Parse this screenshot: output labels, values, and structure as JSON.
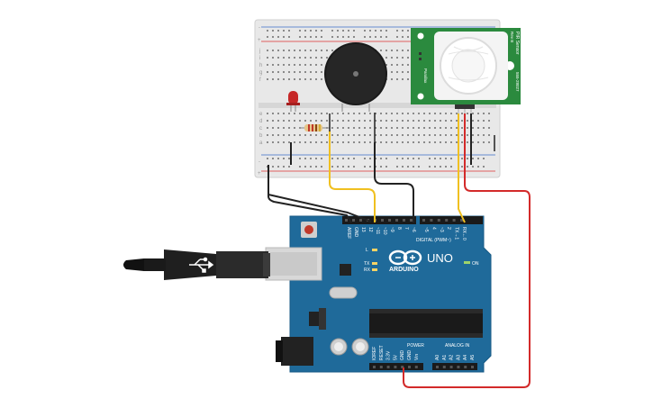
{
  "colors": {
    "arduino_board": "#1f6a9a",
    "breadboard": "#e6e6e6",
    "wire_yellow": "#f0c020",
    "wire_black": "#222222",
    "wire_red": "#d32a2a",
    "pir_board": "#1f8a3a",
    "buzzer": "#222222",
    "led": "#c62828"
  },
  "breadboard": {
    "rail_plus": "+",
    "rail_minus": "-",
    "row_letters_top": [
      "j",
      "i",
      "h",
      "g",
      "f"
    ],
    "row_letters_bottom": [
      "e",
      "d",
      "c",
      "b",
      "a"
    ]
  },
  "pir_sensor": {
    "title": "PIR Sensor",
    "sub": "Rev B",
    "part": "555-28027",
    "brand": "Parallax"
  },
  "arduino": {
    "brand": "ARDUINO",
    "model": "UNO",
    "digital_label": "DIGITAL (PWM~)",
    "power_label": "POWER",
    "analog_label": "ANALOG IN",
    "on_label": "ON",
    "led_l": "L",
    "led_tx": "TX",
    "led_rx": "RX",
    "header_top_pins": [
      "AREF",
      "GND",
      "13",
      "12",
      "~11",
      "~10",
      "~9",
      "8",
      "7",
      "~6",
      "~5",
      "4",
      "~3",
      "2",
      "TX→1",
      "RX←0"
    ],
    "power_pins": [
      "IOREF",
      "RESET",
      "3.3V",
      "5V",
      "GND",
      "GND",
      "Vin"
    ],
    "analog_pins": [
      "A0",
      "A1",
      "A2",
      "A3",
      "A4",
      "A5"
    ]
  }
}
